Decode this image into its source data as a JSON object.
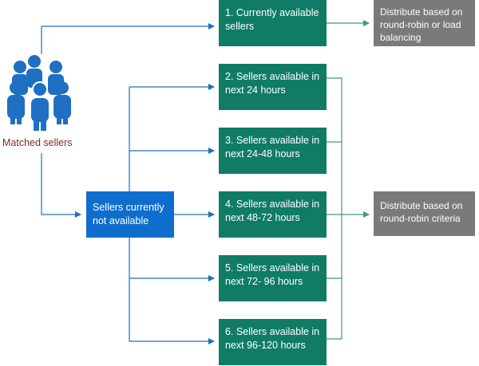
{
  "source": {
    "label": "Matched sellers",
    "icon": "people-group-icon"
  },
  "hub": {
    "label": "Sellers currently not available"
  },
  "seller_groups": [
    {
      "label": "1. Currently available sellers"
    },
    {
      "label": "2. Sellers available in next 24 hours"
    },
    {
      "label": "3. Sellers available in next 24-48 hours"
    },
    {
      "label": "4. Sellers available in next 48-72 hours"
    },
    {
      "label": "5. Sellers available in next 72- 96 hours"
    },
    {
      "label": "6. Sellers available in next 96-120 hours"
    }
  ],
  "outcomes": [
    {
      "label": "Distribute based on round-robin or load balancing"
    },
    {
      "label": "Distribute based on round-robin criteria"
    }
  ],
  "colors": {
    "green": "#107c66",
    "blue": "#0f6ecd",
    "gray": "#7a7a7a",
    "line_blue": "#1f6fc2",
    "line_green": "#3a9a7d",
    "caption": "#7a2f24"
  }
}
